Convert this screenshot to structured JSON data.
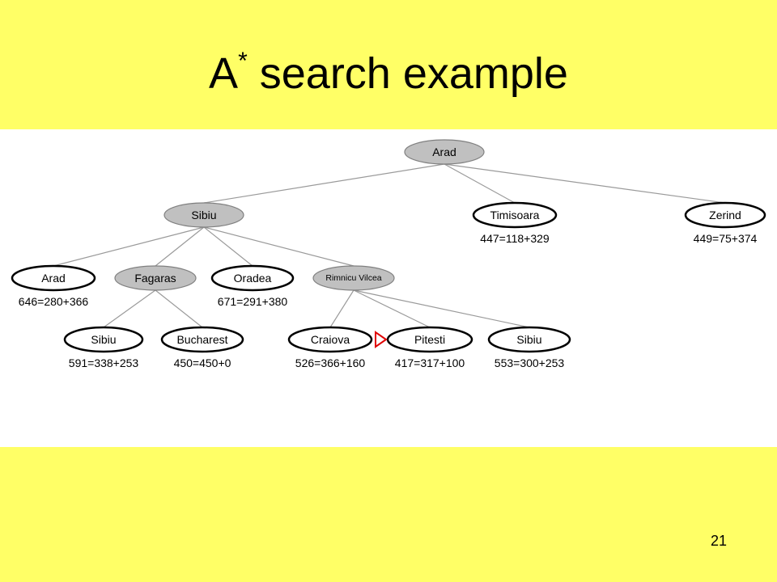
{
  "slide": {
    "title_main": "A",
    "title_sup": "*",
    "title_rest": " search example",
    "page_number": "21"
  },
  "colors": {
    "background": "#ffff66",
    "panel": "#ffffff",
    "expanded_fill": "#c0c0c0",
    "marker": "#e00000"
  },
  "tree": {
    "nodes": [
      {
        "id": "arad-root",
        "label": "Arad",
        "f": "",
        "state": "expanded"
      },
      {
        "id": "sibiu-1",
        "label": "Sibiu",
        "f": "",
        "state": "expanded"
      },
      {
        "id": "timisoara",
        "label": "Timisoara",
        "f": "447=118+329",
        "state": "frontier"
      },
      {
        "id": "zerind",
        "label": "Zerind",
        "f": "449=75+374",
        "state": "frontier"
      },
      {
        "id": "arad-2",
        "label": "Arad",
        "f": "646=280+366",
        "state": "frontier"
      },
      {
        "id": "fagaras",
        "label": "Fagaras",
        "f": "",
        "state": "expanded"
      },
      {
        "id": "oradea",
        "label": "Oradea",
        "f": "671=291+380",
        "state": "frontier"
      },
      {
        "id": "rimnicu-vilcea",
        "label": "Rimnicu Vilcea",
        "f": "",
        "state": "expanded"
      },
      {
        "id": "sibiu-3",
        "label": "Sibiu",
        "f": "591=338+253",
        "state": "frontier"
      },
      {
        "id": "bucharest",
        "label": "Bucharest",
        "f": "450=450+0",
        "state": "frontier"
      },
      {
        "id": "craiova",
        "label": "Craiova",
        "f": "526=366+160",
        "state": "frontier"
      },
      {
        "id": "pitesti",
        "label": "Pitesti",
        "f": "417=317+100",
        "state": "frontier",
        "marked": true
      },
      {
        "id": "sibiu-4",
        "label": "Sibiu",
        "f": "553=300+253",
        "state": "frontier"
      }
    ],
    "edges": [
      [
        "arad-root",
        "sibiu-1"
      ],
      [
        "arad-root",
        "timisoara"
      ],
      [
        "arad-root",
        "zerind"
      ],
      [
        "sibiu-1",
        "arad-2"
      ],
      [
        "sibiu-1",
        "fagaras"
      ],
      [
        "sibiu-1",
        "oradea"
      ],
      [
        "sibiu-1",
        "rimnicu-vilcea"
      ],
      [
        "fagaras",
        "sibiu-3"
      ],
      [
        "fagaras",
        "bucharest"
      ],
      [
        "rimnicu-vilcea",
        "craiova"
      ],
      [
        "rimnicu-vilcea",
        "pitesti"
      ],
      [
        "rimnicu-vilcea",
        "sibiu-4"
      ]
    ]
  }
}
